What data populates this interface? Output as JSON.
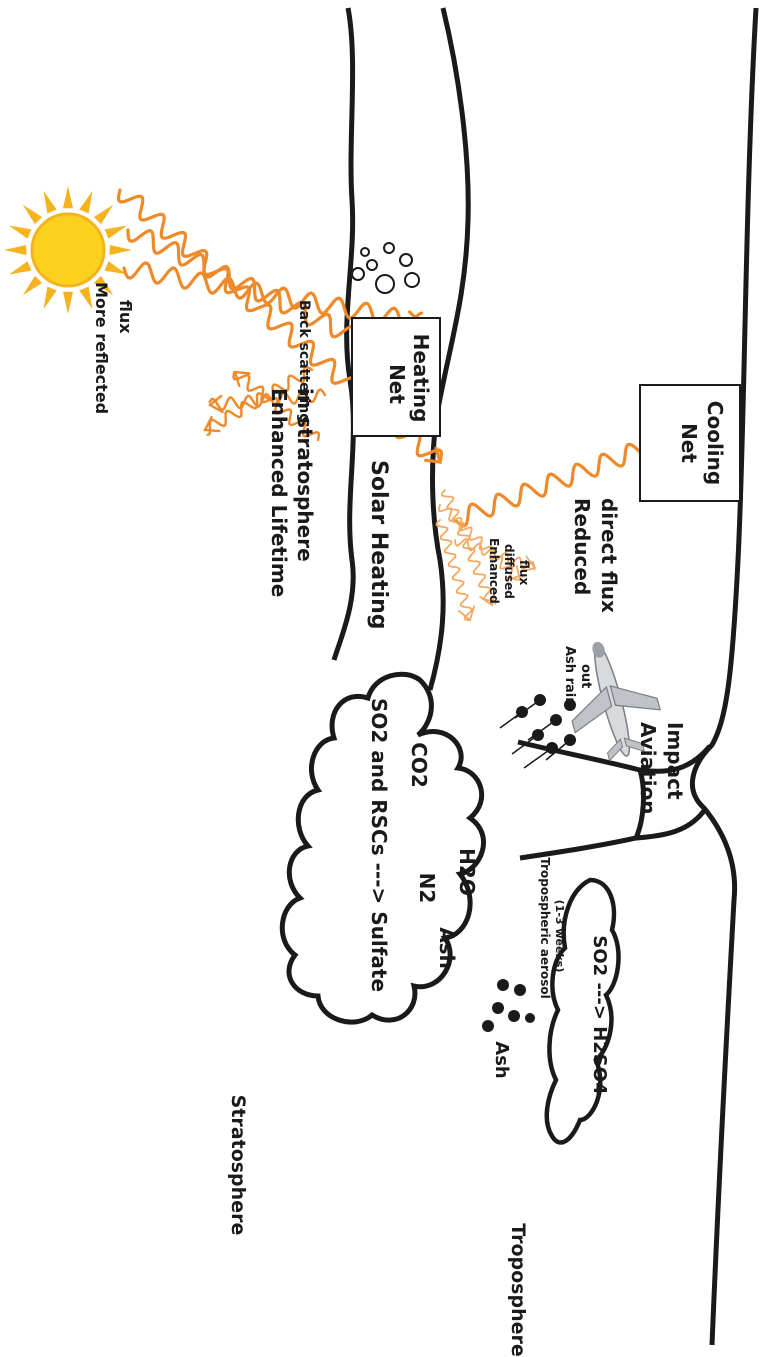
{
  "labels": {
    "stratosphere": "Stratosphere",
    "troposphere": "Troposphere",
    "ash": "Ash",
    "tropo_aerosol": "Tropospheric aerosol",
    "tropo_aerosol_time": "(1-3 weeks)",
    "so2_h2so4": "SO2 ---> H2SO4",
    "cloud_ash": "Ash",
    "cloud_so2": "SO2 and RSCs ---> Sulfate",
    "n2": "N2",
    "h2o": "H2O",
    "co2": "CO2",
    "lifetime_1": "Enhanced Lifetime",
    "lifetime_2": "in stratosphere",
    "aviation_1": "Aviation",
    "aviation_2": "Impact",
    "ash_rain_1": "Ash rain",
    "ash_rain_2": "out",
    "diffused_1": "Enhanced",
    "diffused_2": "diffused",
    "diffused_3": "flux",
    "reduced_1": "Reduced",
    "reduced_2": "direct flux",
    "solar_heating": "Solar Heating",
    "back_scatter": "Back scattering",
    "reflected_1": "More reflected",
    "reflected_2": "flux",
    "net_heating_1": "Net",
    "net_heating_2": "Heating",
    "net_cooling_1": "Net",
    "net_cooling_2": "Cooling"
  },
  "colors": {
    "ray": "#ee8a2a",
    "ray_light": "#f4a860",
    "sun_core": "#fbd11e",
    "sun_ray": "#f5b31f",
    "outline": "#1a1a1a"
  }
}
